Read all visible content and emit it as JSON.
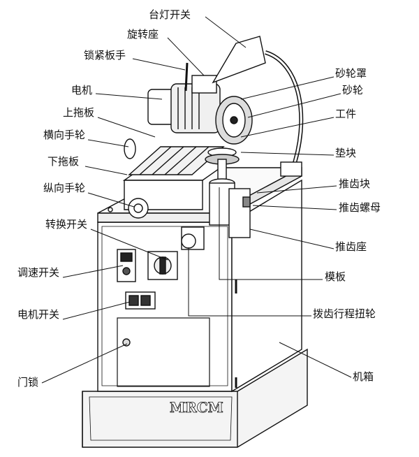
{
  "diagram": {
    "logo_text": "MRCM",
    "left_labels": [
      {
        "id": "lamp-switch",
        "text": "台灯开关"
      },
      {
        "id": "rotating-seat",
        "text": "旋转座"
      },
      {
        "id": "locking-wrench",
        "text": "锁紧板手"
      },
      {
        "id": "motor",
        "text": "电机"
      },
      {
        "id": "upper-carriage",
        "text": "上拖板"
      },
      {
        "id": "cross-handwheel",
        "text": "横向手轮"
      },
      {
        "id": "lower-carriage",
        "text": "下拖板"
      },
      {
        "id": "longitudinal-handwheel",
        "text": "纵向手轮"
      },
      {
        "id": "selector-switch",
        "text": "转换开关"
      },
      {
        "id": "speed-switch",
        "text": "调速开关"
      },
      {
        "id": "motor-switch",
        "text": "电机开关"
      },
      {
        "id": "door-lock",
        "text": "门锁"
      }
    ],
    "right_labels": [
      {
        "id": "wheel-guard",
        "text": "砂轮罩"
      },
      {
        "id": "grinding-wheel",
        "text": "砂轮"
      },
      {
        "id": "workpiece",
        "text": "工件"
      },
      {
        "id": "spacer-block",
        "text": "垫块"
      },
      {
        "id": "tooth-push-block",
        "text": "推齿块"
      },
      {
        "id": "tooth-push-nut",
        "text": "推齿螺母"
      },
      {
        "id": "tooth-push-seat",
        "text": "推齿座"
      },
      {
        "id": "template",
        "text": "模板"
      },
      {
        "id": "tooth-stroke-knob",
        "text": "拨齿行程扭轮"
      },
      {
        "id": "cabinet",
        "text": "机箱"
      }
    ]
  }
}
